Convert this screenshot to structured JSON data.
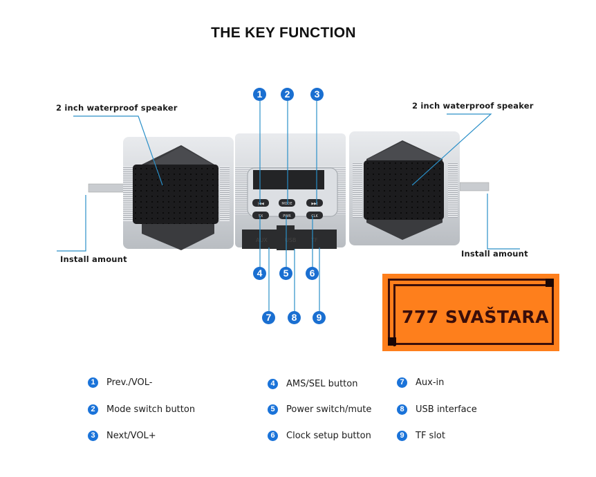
{
  "title": "THE KEY FUNCTION",
  "callouts": {
    "speaker_left": "2 inch waterproof speaker",
    "speaker_right": "2 inch waterproof speaker",
    "install_left": "Install amount",
    "install_right": "Install amount"
  },
  "device": {
    "buttons": [
      "|◀◀",
      "MODE",
      "▶▶|",
      "SX",
      "PWR",
      "CLK"
    ],
    "port_labels": [
      "AUX",
      "USB",
      "TF"
    ]
  },
  "markers": [
    "1",
    "2",
    "3",
    "4",
    "5",
    "6",
    "7",
    "8",
    "9"
  ],
  "legend": [
    {
      "num": "1",
      "text": "Prev./VOL-"
    },
    {
      "num": "2",
      "text": "Mode switch button"
    },
    {
      "num": "3",
      "text": "Next/VOL+"
    },
    {
      "num": "4",
      "text": "AMS/SEL button"
    },
    {
      "num": "5",
      "text": "Power switch/mute"
    },
    {
      "num": "6",
      "text": "Clock setup button"
    },
    {
      "num": "7",
      "text": "Aux-in"
    },
    {
      "num": "8",
      "text": "USB interface"
    },
    {
      "num": "9",
      "text": "TF slot"
    }
  ],
  "watermark": {
    "text": "777 SVAŠTARA"
  },
  "colors": {
    "accent": "#1a6fd1",
    "stamp_bg": "#fe7f1c",
    "stamp_ink": "#3a0e0a",
    "leader": "#2a8fc8"
  }
}
